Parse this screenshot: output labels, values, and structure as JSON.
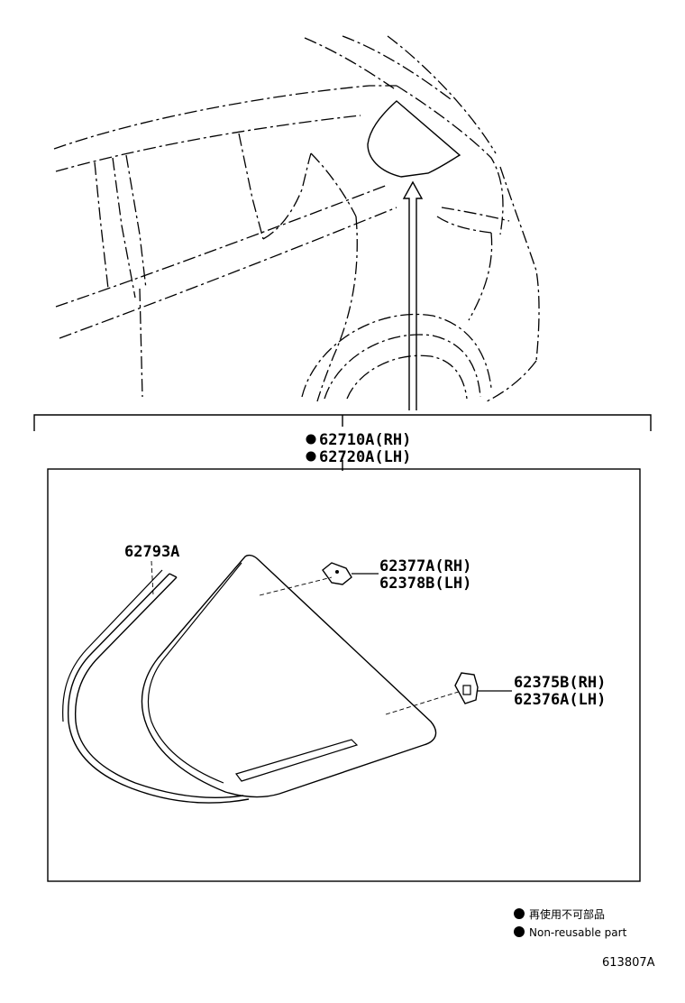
{
  "callouts": {
    "glass_assembly_rh": "62710A(RH)",
    "glass_assembly_lh": "62720A(LH)",
    "molding": "62793A",
    "clip_upper_rh": "62377A(RH)",
    "clip_upper_lh": "62378B(LH)",
    "clip_lower_rh": "62375B(RH)",
    "clip_lower_lh": "62376A(LH)"
  },
  "legend": {
    "japanese": "再使用不可部品",
    "english": "Non-reusable part"
  },
  "diagram_code": "613807A",
  "colors": {
    "line": "#000000",
    "background": "#ffffff"
  },
  "icons": {
    "non_reusable_marker": "filled-circle"
  }
}
